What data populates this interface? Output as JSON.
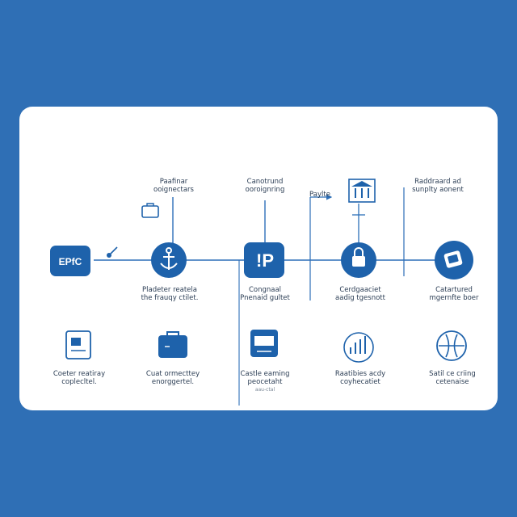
{
  "start_badge": {
    "text": "EPfC"
  },
  "top_labels": [
    {
      "line1": "Paafinar",
      "line2": "ooignectars"
    },
    {
      "line1": "Canotrund",
      "line2": "ooroignring"
    },
    {
      "line1": "Paylte",
      "line2": ""
    },
    {
      "line1": "Raddraard ad",
      "line2": "sunplty aonent"
    }
  ],
  "mid_labels": [
    {
      "line1": "Pladeter reatela",
      "line2": "the frauqy ctilet."
    },
    {
      "line1": "Congnaal",
      "line2": "Pnenaid gultet"
    },
    {
      "line1": "Cerdgaaciet",
      "line2": "aadig tgesnott"
    },
    {
      "line1": "Catartured",
      "line2": "mgernfte boer"
    }
  ],
  "bottom_labels": [
    {
      "line1": "Coeter reatiray",
      "line2": "coplecltel."
    },
    {
      "line1": "Cuat ormecttey",
      "line2": "enorggertel."
    },
    {
      "line1": "Castle eaming",
      "line2": "peocetaht"
    },
    {
      "line1": "Raatibies acdy",
      "line2": "coyhecatiet"
    },
    {
      "line1": "Satil ce criing",
      "line2": "cetenaise"
    }
  ],
  "bottom_caption": "aau-ctal",
  "colors": {
    "primary": "#1e62ab",
    "line": "#2d6fb8",
    "background": "#2f6fb5"
  },
  "icons": [
    "anchor-icon",
    "p-letter-icon",
    "lock-icon",
    "phone-icon",
    "briefcase-icon",
    "bank-icon",
    "document-icon",
    "suitcase-icon",
    "monitor-icon",
    "bar-chart-icon",
    "globe-icon",
    "pin-icon"
  ]
}
